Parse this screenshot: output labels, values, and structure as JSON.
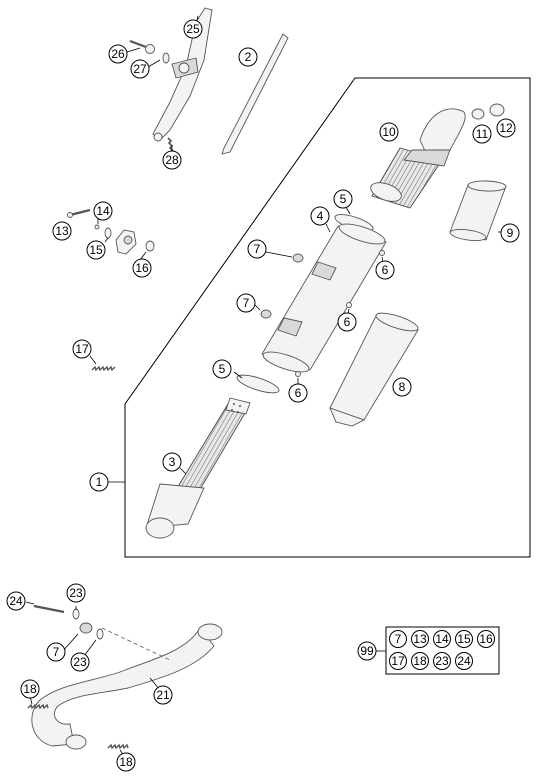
{
  "callouts": {
    "c25": "25",
    "c26": "26",
    "c27": "27",
    "c28": "28",
    "c2": "2",
    "c10": "10",
    "c11": "11",
    "c12": "12",
    "c9": "9",
    "c5a": "5",
    "c4": "4",
    "c7a": "7",
    "c6a": "6",
    "c7b": "7",
    "c6b": "6",
    "c5b": "5",
    "c6c": "6",
    "c8": "8",
    "c3": "3",
    "c1": "1",
    "c14": "14",
    "c13": "13",
    "c15": "15",
    "c16": "16",
    "c17": "17",
    "c24": "24",
    "c23a": "23",
    "c7c": "7",
    "c23b": "23",
    "c18a": "18",
    "c21": "21",
    "c18b": "18",
    "c99": "99"
  },
  "kit_99": [
    "7",
    "13",
    "14",
    "15",
    "16",
    "17",
    "18",
    "23",
    "24"
  ]
}
